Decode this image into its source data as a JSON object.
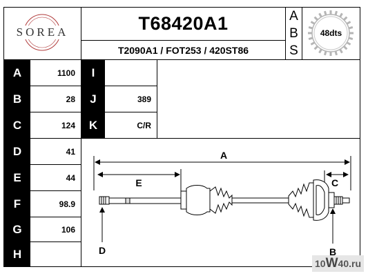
{
  "brand": {
    "logo_text": "SOREA"
  },
  "header": {
    "part_number": "T68420A1",
    "cross_refs": "T2090A1 / FOT253 / 420ST86",
    "abs_letters": [
      "A",
      "B",
      "S"
    ],
    "abs_badge": "48dts"
  },
  "specs": {
    "left": [
      {
        "label": "A",
        "value": "1100"
      },
      {
        "label": "B",
        "value": "28"
      },
      {
        "label": "C",
        "value": "124"
      },
      {
        "label": "D",
        "value": "41"
      },
      {
        "label": "E",
        "value": "44"
      },
      {
        "label": "F",
        "value": "98.9"
      },
      {
        "label": "G",
        "value": "106"
      },
      {
        "label": "H",
        "value": ""
      }
    ],
    "mid": [
      {
        "label": "I",
        "value": ""
      },
      {
        "label": "J",
        "value": "389"
      },
      {
        "label": "K",
        "value": "C/R"
      }
    ]
  },
  "diagram": {
    "label_a": "A",
    "label_b": "B",
    "label_c": "C",
    "label_d": "D",
    "label_e": "E"
  },
  "watermark": {
    "prefix": "10",
    "mid": "W",
    "suffix": "40.ru"
  }
}
